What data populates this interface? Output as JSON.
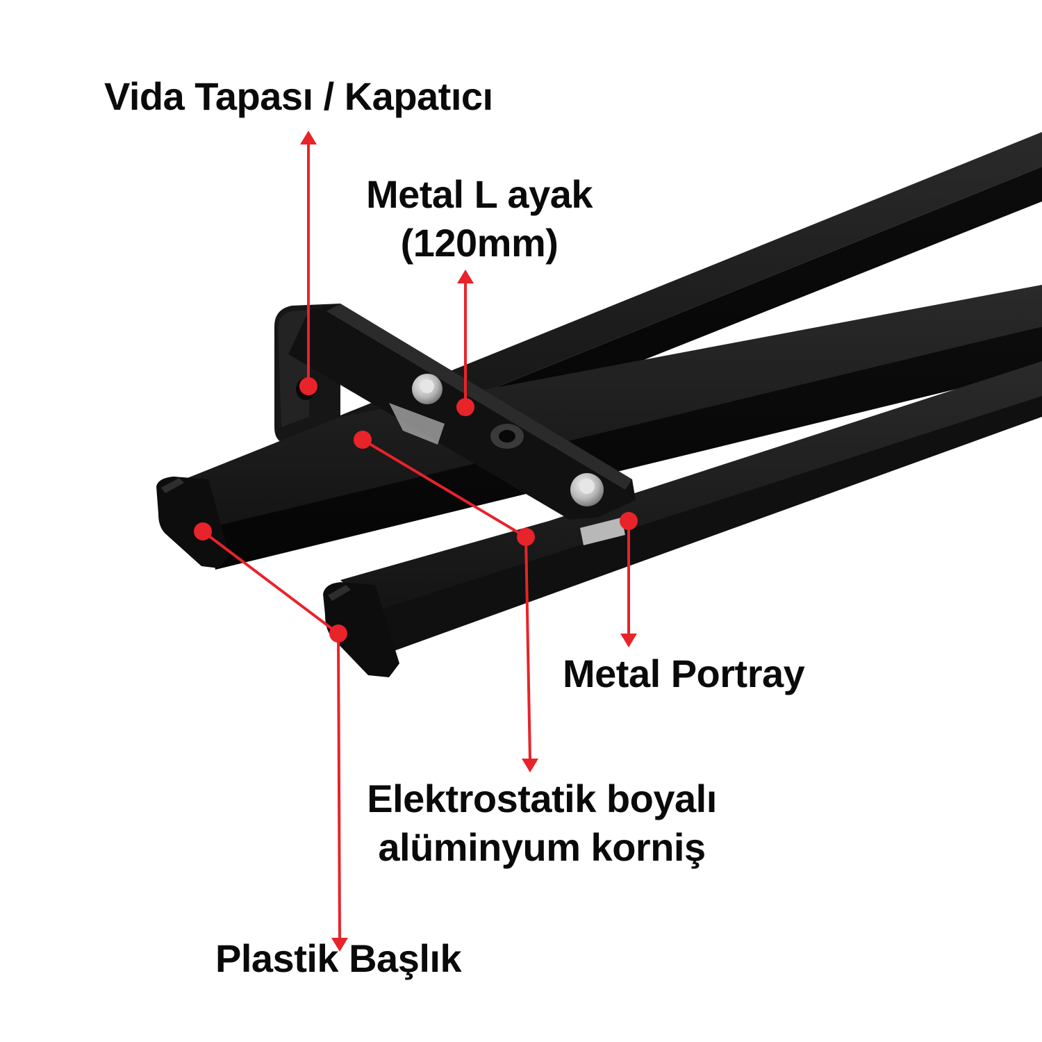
{
  "labels": {
    "vida_tapasi": "Vida Tapası / Kapatıcı",
    "metal_l_ayak_line1": "Metal L ayak",
    "metal_l_ayak_line2": "(120mm)",
    "metal_portray": "Metal Portray",
    "elektrostatik_line1": "Elektrostatik boyalı",
    "elektrostatik_line2": "alüminyum korniş",
    "plastik_baslik": "Plastik Başlık"
  },
  "colors": {
    "annotation_red": "#e8232a",
    "rail_black": "#121212",
    "bracket_black": "#0d0d0d",
    "bolt_silver": "#c9c9c9"
  }
}
